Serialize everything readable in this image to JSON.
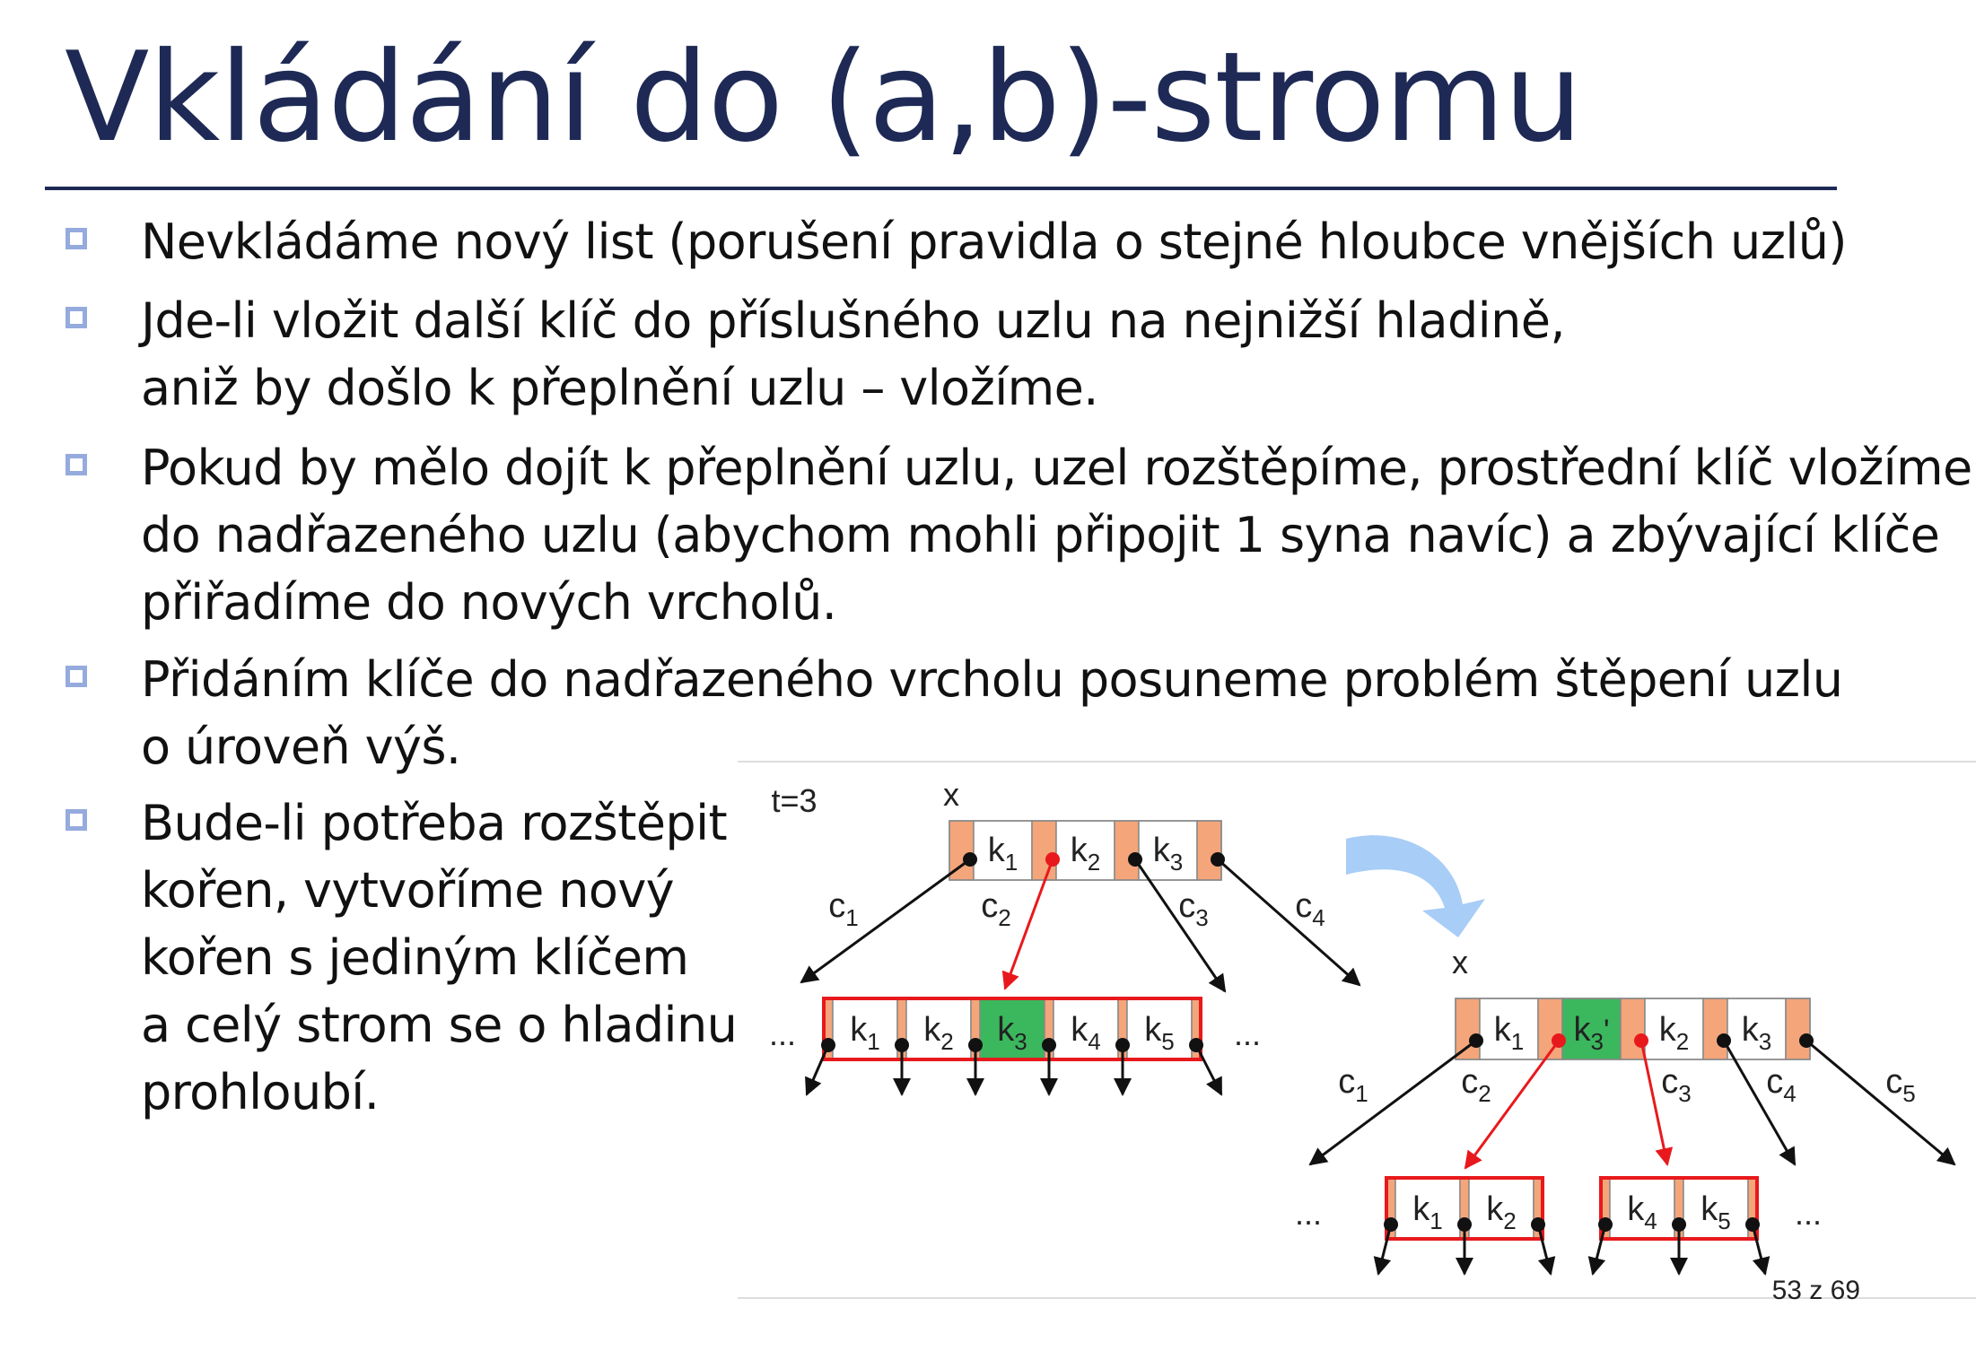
{
  "slide": {
    "title": "Vkládání do (a,b)-stromu",
    "bullets": [
      {
        "lines": [
          "Nevkládáme nový list (porušení pravidla o stejné hloubce vnějších uzlů)"
        ]
      },
      {
        "lines": [
          "Jde-li vložit další klíč do příslušného uzlu na nejnižší hladině,",
          "aniž by došlo k přeplnění uzlu – vložíme."
        ]
      },
      {
        "lines": [
          "Pokud by mělo dojít k přeplnění uzlu, uzel rozštěpíme, prostřední klíč vložíme",
          "do nadřazeného uzlu (abychom mohli připojit 1 syna navíc) a zbývající klíče",
          "přiřadíme do nových vrcholů."
        ]
      },
      {
        "lines": [
          "Přidáním klíče do nadřazeného vrcholu posuneme problém štěpení uzlu",
          "o úroveň výš."
        ]
      },
      {
        "lines": [
          "Bude-li potřeba rozštěpit",
          "kořen, vytvoříme nový",
          "kořen s jediným klíčem",
          "a celý strom se o hladinu",
          "prohloubí."
        ]
      }
    ]
  },
  "diagram": {
    "t_label": "t=3",
    "x_label": "x",
    "ellipsis": "...",
    "key_letter": "k",
    "child_letter": "c",
    "prime": "'",
    "before": {
      "parent_keys": [
        "1",
        "2",
        "3"
      ],
      "child_labels": [
        "1",
        "2",
        "3",
        "4"
      ],
      "full_node_keys": [
        "1",
        "2",
        "3",
        "4",
        "5"
      ],
      "median_key": "3"
    },
    "after": {
      "parent_keys": [
        "1",
        "3",
        "2",
        "3"
      ],
      "promoted_key_index": 1,
      "child_labels": [
        "1",
        "2",
        "3",
        "4",
        "5"
      ],
      "left_node_keys": [
        "1",
        "2"
      ],
      "right_node_keys": [
        "4",
        "5"
      ]
    },
    "colors": {
      "separator": "#f4a57a",
      "highlight": "#3bb75e",
      "red": "#e8191c",
      "arrow": "#a8cdf6",
      "key_bg": "#ffffff"
    }
  },
  "page_number": "53 z 69"
}
